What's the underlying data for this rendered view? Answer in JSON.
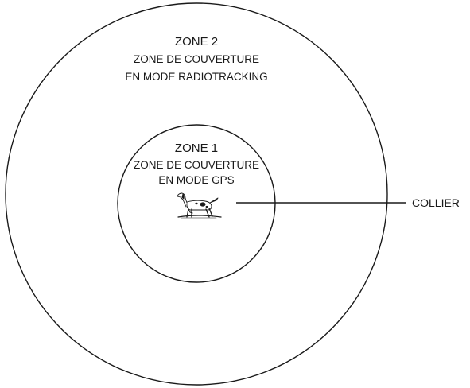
{
  "zones": {
    "outer": {
      "title": "ZONE 2",
      "line1": "ZONE DE COUVERTURE",
      "line2": "EN MODE RADIOTRACKING"
    },
    "inner": {
      "title": "ZONE 1",
      "line1": "ZONE DE COUVERTURE",
      "line2": "EN MODE GPS"
    }
  },
  "callout": {
    "label": "COLLIER"
  },
  "icons": {
    "center": "pointer-dog-icon"
  },
  "colors": {
    "stroke": "#1a1a1a",
    "background": "#ffffff"
  }
}
